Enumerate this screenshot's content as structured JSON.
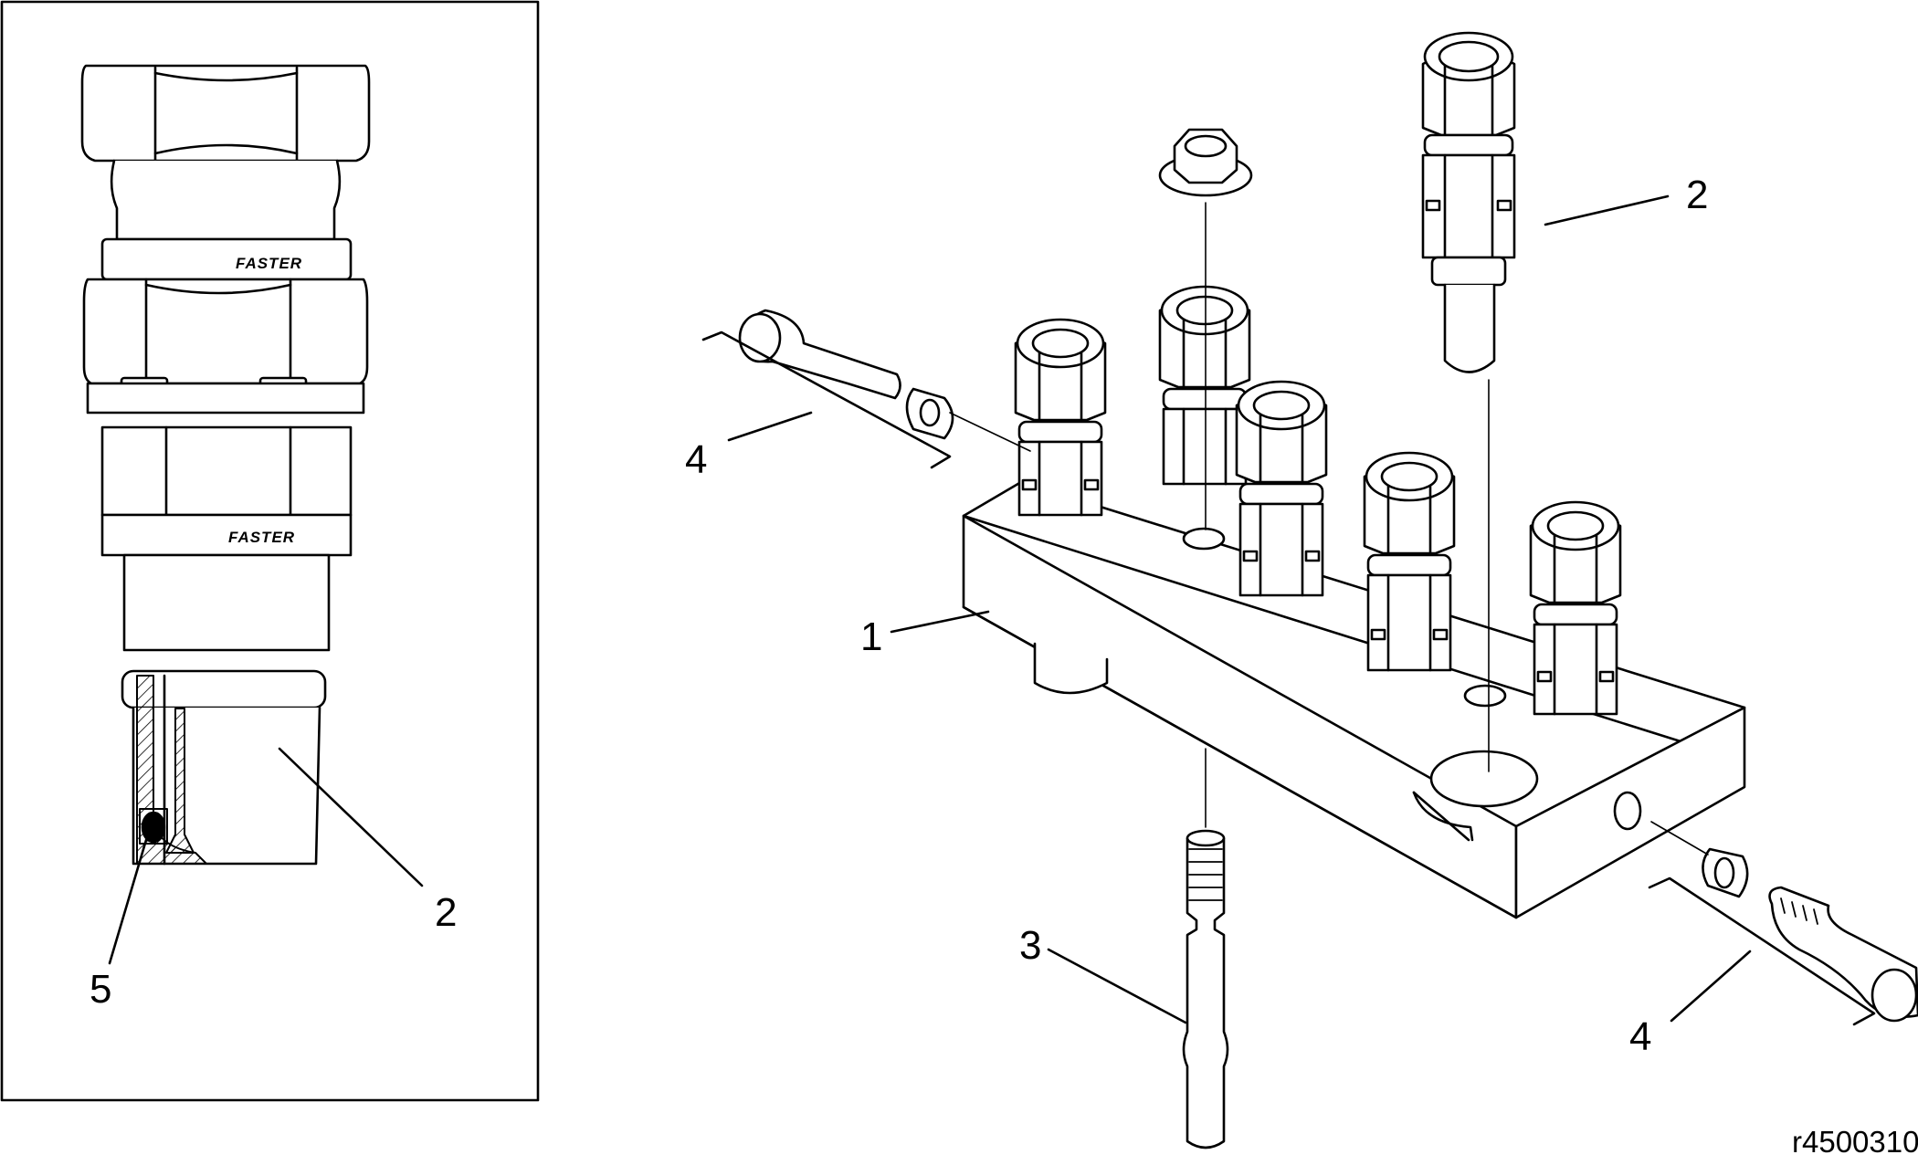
{
  "figure": {
    "reference_code": "r4500310",
    "detail_callouts": {
      "fitting": "2",
      "o_ring": "5"
    },
    "main_callouts": {
      "block": "1",
      "fitting": "2",
      "stud": "3",
      "screw_left": "4",
      "screw_right": "4"
    },
    "brand_marks": [
      "FASTER",
      "FASTER"
    ]
  }
}
